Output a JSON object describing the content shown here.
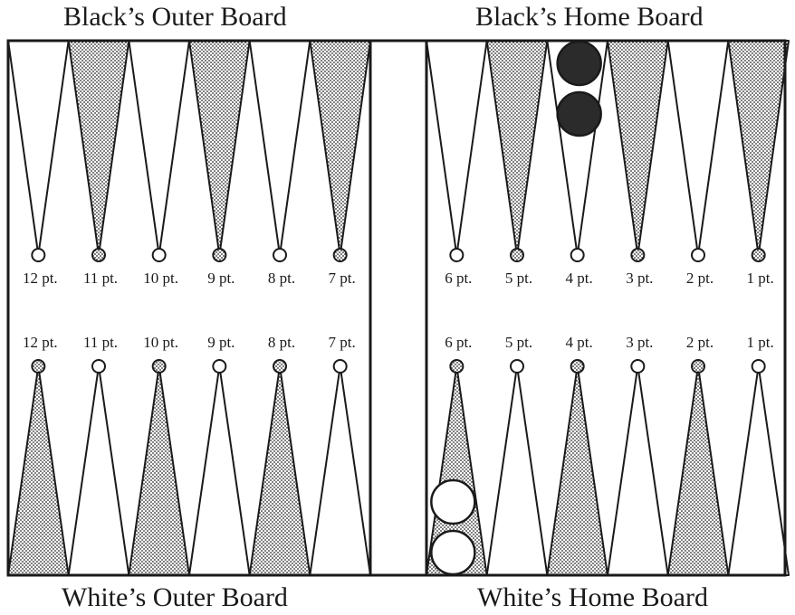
{
  "titles": {
    "top_left": "Black’s Outer Board",
    "top_right": "Black’s Home Board",
    "bottom_left": "White’s Outer Board",
    "bottom_right": "White’s Home Board"
  },
  "top_labels": [
    "12 pt.",
    "11 pt.",
    "10 pt.",
    "9 pt.",
    "8 pt.",
    "7 pt.",
    "6 pt.",
    "5 pt.",
    "4 pt.",
    "3 pt.",
    "2 pt.",
    "1 pt."
  ],
  "bottom_labels": [
    "12 pt.",
    "11 pt.",
    "10 pt.",
    "9 pt.",
    "8 pt.",
    "7 pt.",
    "6 pt.",
    "5 pt.",
    "4 pt.",
    "3 pt.",
    "2 pt.",
    "1 pt."
  ],
  "top_point_shading": [
    "white",
    "dotted",
    "white",
    "dotted",
    "white",
    "dotted",
    "white",
    "dotted",
    "white",
    "dotted",
    "white",
    "dotted"
  ],
  "bottom_point_shading": [
    "dotted",
    "white",
    "dotted",
    "white",
    "dotted",
    "white",
    "dotted",
    "white",
    "dotted",
    "white",
    "dotted",
    "white"
  ],
  "checkers": [
    {
      "color": "black",
      "side": "top",
      "point": "4 pt.",
      "count": 2
    },
    {
      "color": "white",
      "side": "bottom",
      "point": "6 pt.",
      "count": 2
    }
  ],
  "colors": {
    "line": "#1a1a1a",
    "black_checker": "#2b2b2b",
    "white_checker": "#ffffff",
    "paper": "#ffffff"
  }
}
